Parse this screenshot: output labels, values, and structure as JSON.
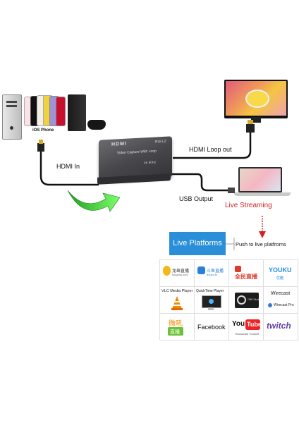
{
  "labels": {
    "ios_phone": "iOS Phone",
    "hdmi_in": "HDMI In",
    "hdmi_loop_out": "HDMI Loop out",
    "usb_output": "USB Output",
    "live_streaming": "Live Streaming",
    "push_to_live": "Push to live platfroms",
    "live_platforms": "Live Platforms"
  },
  "device": {
    "brand_logo": "HDMI",
    "brand_name": "RULLZ",
    "title": "Video Capture With Loop",
    "resolution": "4K 60Hz"
  },
  "platforms": [
    {
      "name": "龙珠直播",
      "sub": "longzhu.com"
    },
    {
      "name": "斗鱼直播",
      "sub": "douyu.tv"
    },
    {
      "name": "全民直播",
      "sub": ""
    },
    {
      "name": "YOUKU",
      "sub": "优酷"
    },
    {
      "name": "VLC Media Player",
      "sub": ""
    },
    {
      "name": "QuickTime Player",
      "sub": ""
    },
    {
      "name": "OBS Studio",
      "sub": ""
    },
    {
      "name": "Wirecast",
      "sub": "Wirecast Pro"
    },
    {
      "name": "微吼",
      "sub": "直播"
    },
    {
      "name": "Facebook",
      "sub": ""
    },
    {
      "name": "YouTube",
      "sub": "Broadcast Yourself"
    },
    {
      "name": "twitch",
      "sub": ""
    }
  ],
  "colors": {
    "live_streaming": "#d42020",
    "live_platforms_bg": "#2a8fd8",
    "arrow_green": "#33cc33",
    "device_body": "#4a4a4e",
    "push_arrow": "#d42020"
  }
}
